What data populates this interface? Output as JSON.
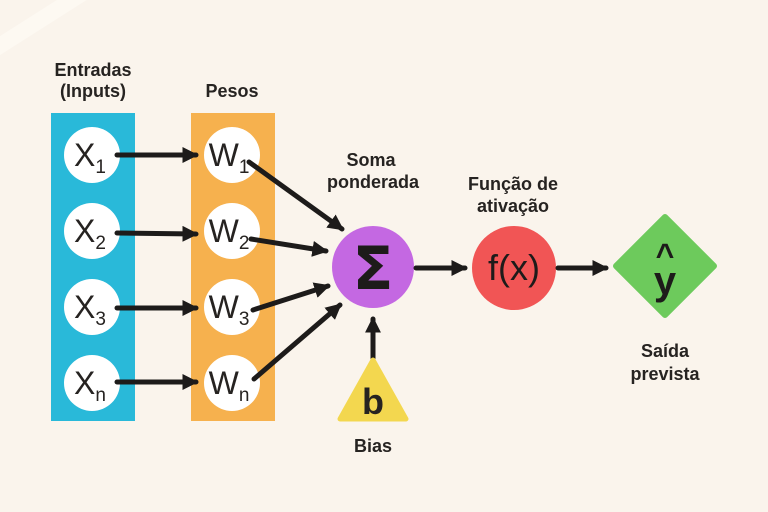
{
  "colors": {
    "background": "#faf4ec",
    "inputs_band": "#29b9d9",
    "weights_band": "#f6b14e",
    "sum_node": "#c468e2",
    "activation_node": "#f15555",
    "output_node": "#6dca5c",
    "bias_node": "#f3d74f",
    "node_fill": "#ffffff",
    "arrow": "#1d1b1a",
    "text": "#262321"
  },
  "columns": {
    "inputs": {
      "heading_line1": "Entradas",
      "heading_line2": "(Inputs)",
      "nodes": [
        {
          "base": "X",
          "sub": "1"
        },
        {
          "base": "X",
          "sub": "2"
        },
        {
          "base": "X",
          "sub": "3"
        },
        {
          "base": "X",
          "sub": "n"
        }
      ]
    },
    "weights": {
      "heading": "Pesos",
      "nodes": [
        {
          "base": "W",
          "sub": "1"
        },
        {
          "base": "W",
          "sub": "2"
        },
        {
          "base": "W",
          "sub": "3"
        },
        {
          "base": "W",
          "sub": "n"
        }
      ]
    }
  },
  "sum": {
    "symbol": "Σ",
    "label_line1": "Soma",
    "label_line2": "ponderada"
  },
  "activation": {
    "symbol": "f(x)",
    "label_line1": "Função de",
    "label_line2": "ativação"
  },
  "bias": {
    "symbol": "b",
    "label": "Bias"
  },
  "output": {
    "hat": "^",
    "symbol": "y",
    "label_line1": "Saída",
    "label_line2": "prevista"
  }
}
